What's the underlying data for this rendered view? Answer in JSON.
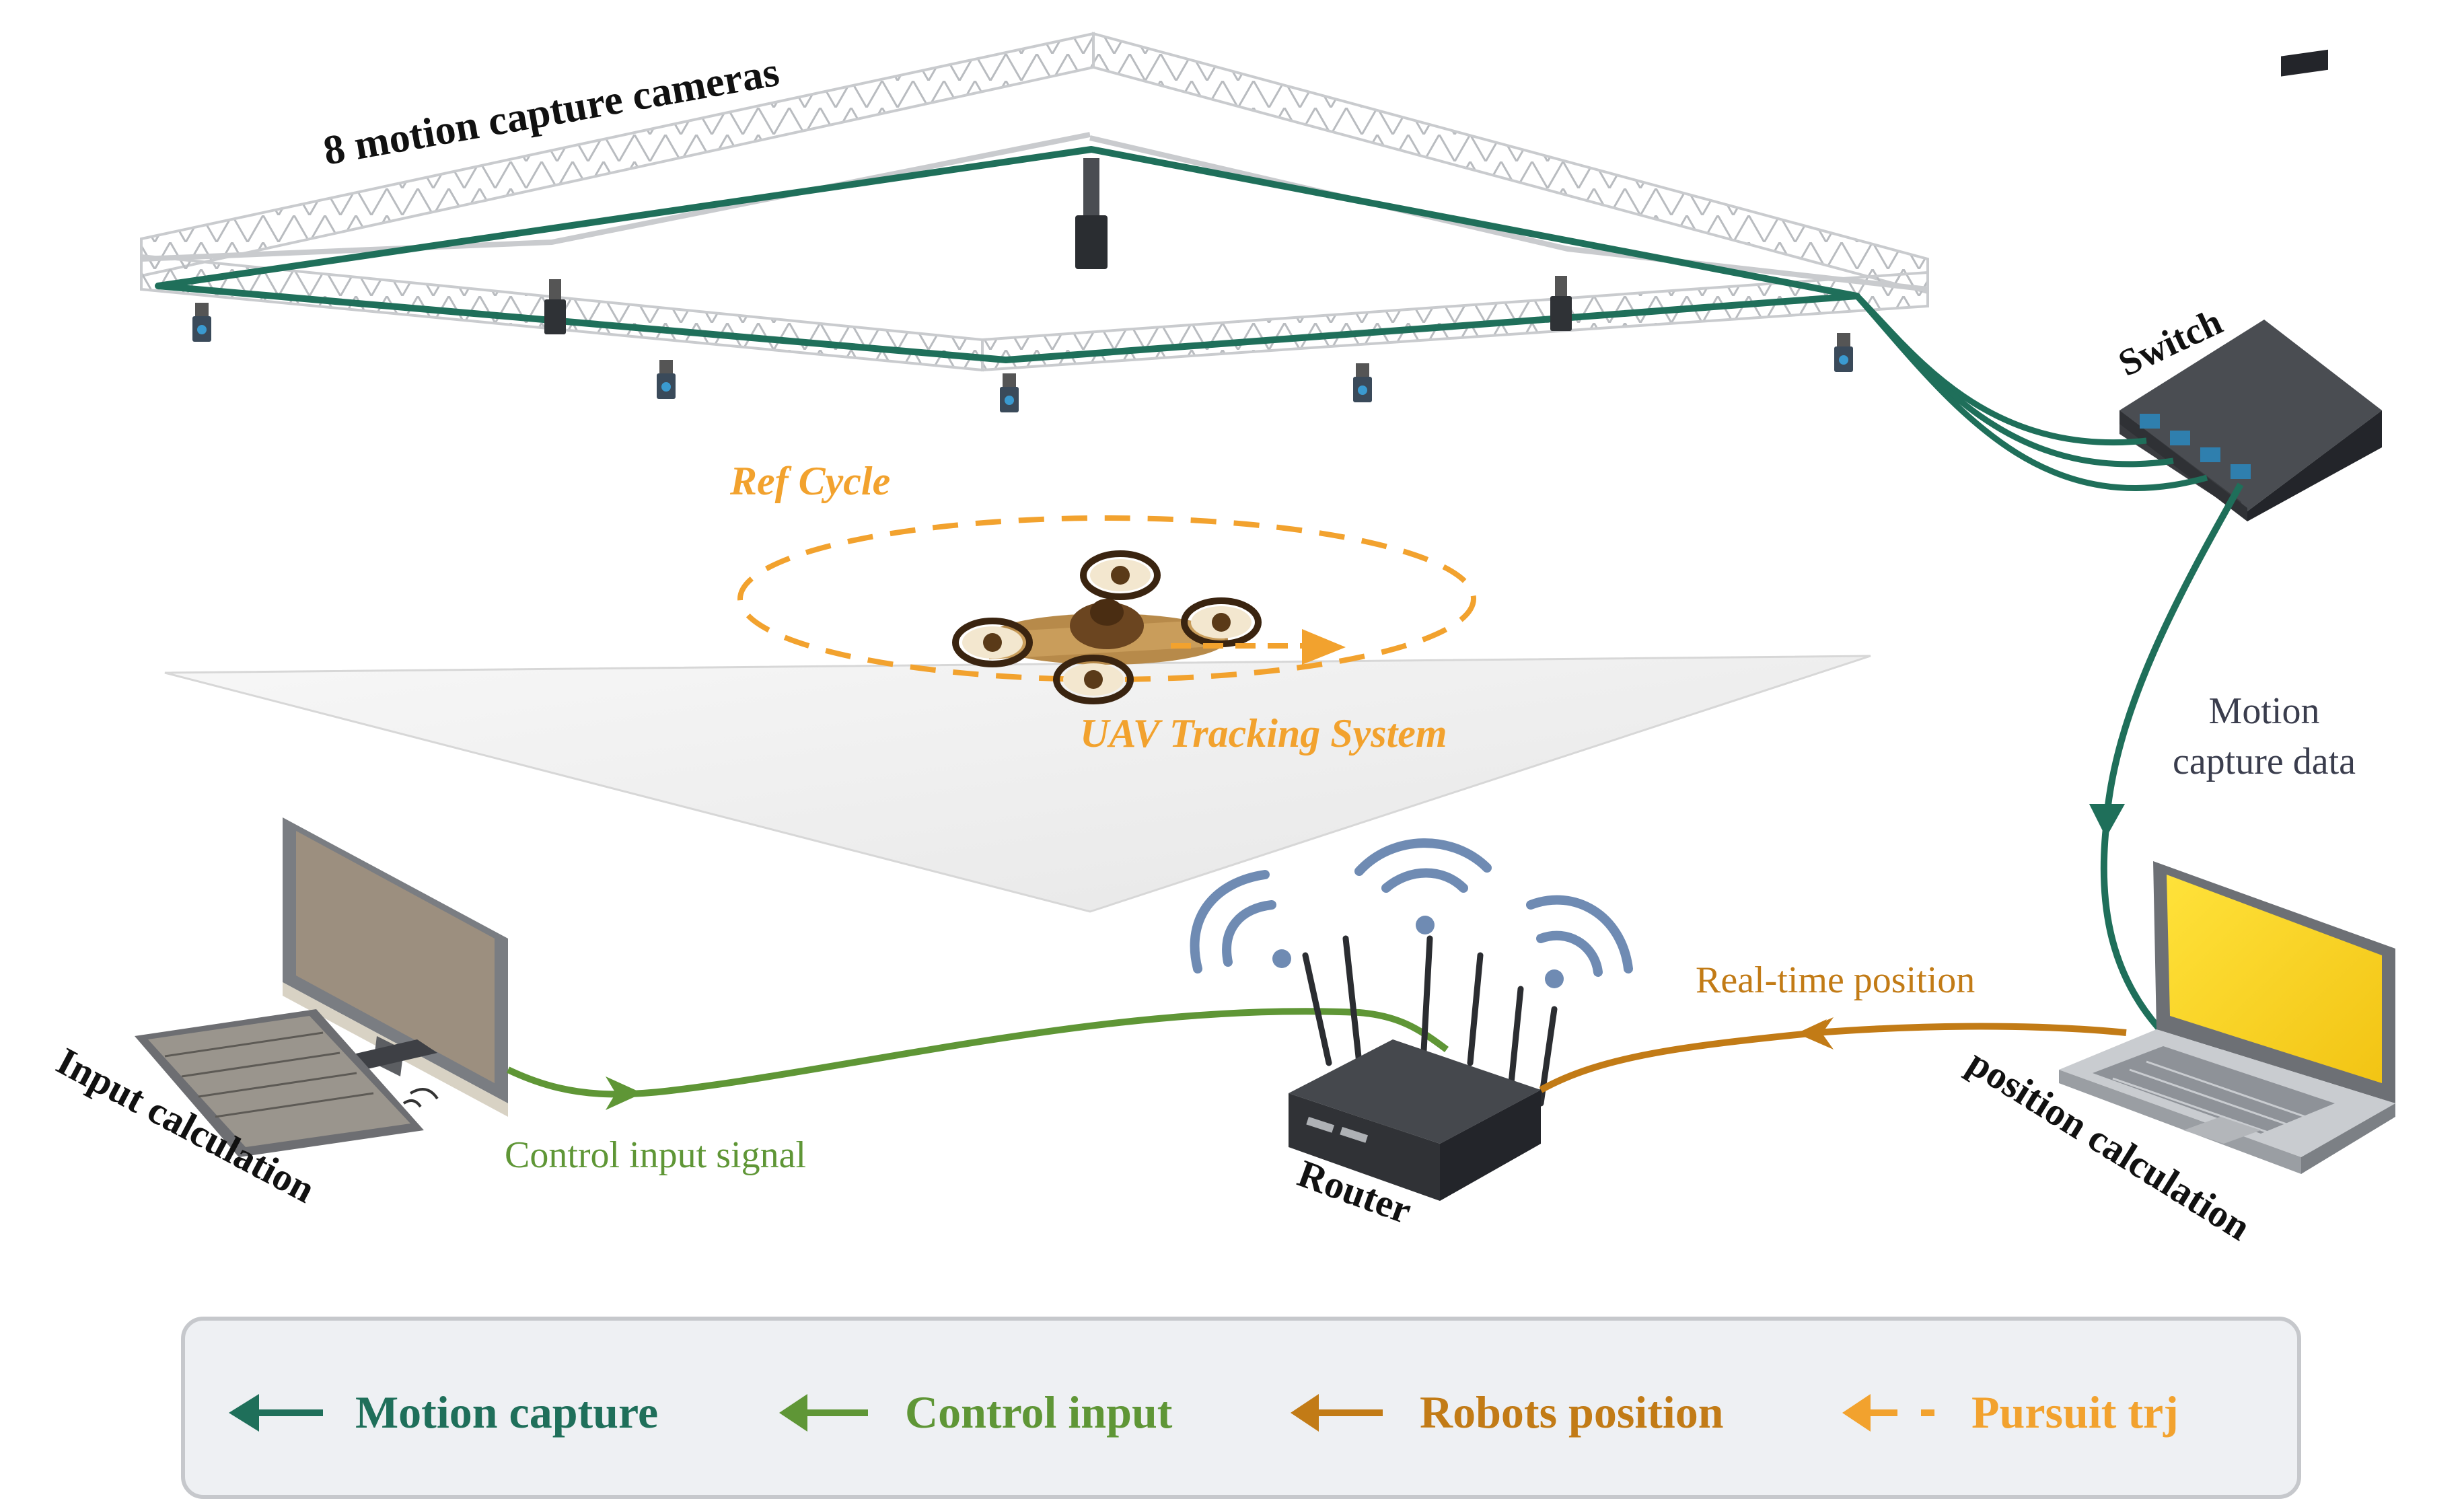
{
  "labels": {
    "cameras": "8 motion capture cameras",
    "switch": "Switch",
    "ref_cycle": "Ref Cycle",
    "uav_system": "UAV Tracking System",
    "motion_data_line1": "Motion",
    "motion_data_line2": "capture data",
    "realtime": "Real-time position",
    "control_signal": "Control input signal",
    "router": "Router",
    "input_calc": "Input calculation",
    "position_calc": "position calculation"
  },
  "legend": {
    "items": [
      {
        "label": "Motion capture",
        "color": "#1f6f5a",
        "style": "solid"
      },
      {
        "label": "Control input",
        "color": "#5f9636",
        "style": "solid"
      },
      {
        "label": "Robots position",
        "color": "#c27b16",
        "style": "solid"
      },
      {
        "label": "Pursuit trj",
        "color": "#f2a22e",
        "style": "dashed"
      }
    ]
  },
  "colors": {
    "motion_capture": "#1f6f5a",
    "control_input": "#5f9636",
    "robots_position": "#c27b16",
    "pursuit": "#f2a22e",
    "uav_text": "#f2a22e",
    "label_gray": "#3a3d4d",
    "wifi": "#6f8bb3"
  },
  "icons": [
    "truss-frame",
    "motion-camera",
    "network-switch",
    "quadrotor-drone",
    "wifi-router",
    "desktop-computer",
    "laptop-computer"
  ]
}
